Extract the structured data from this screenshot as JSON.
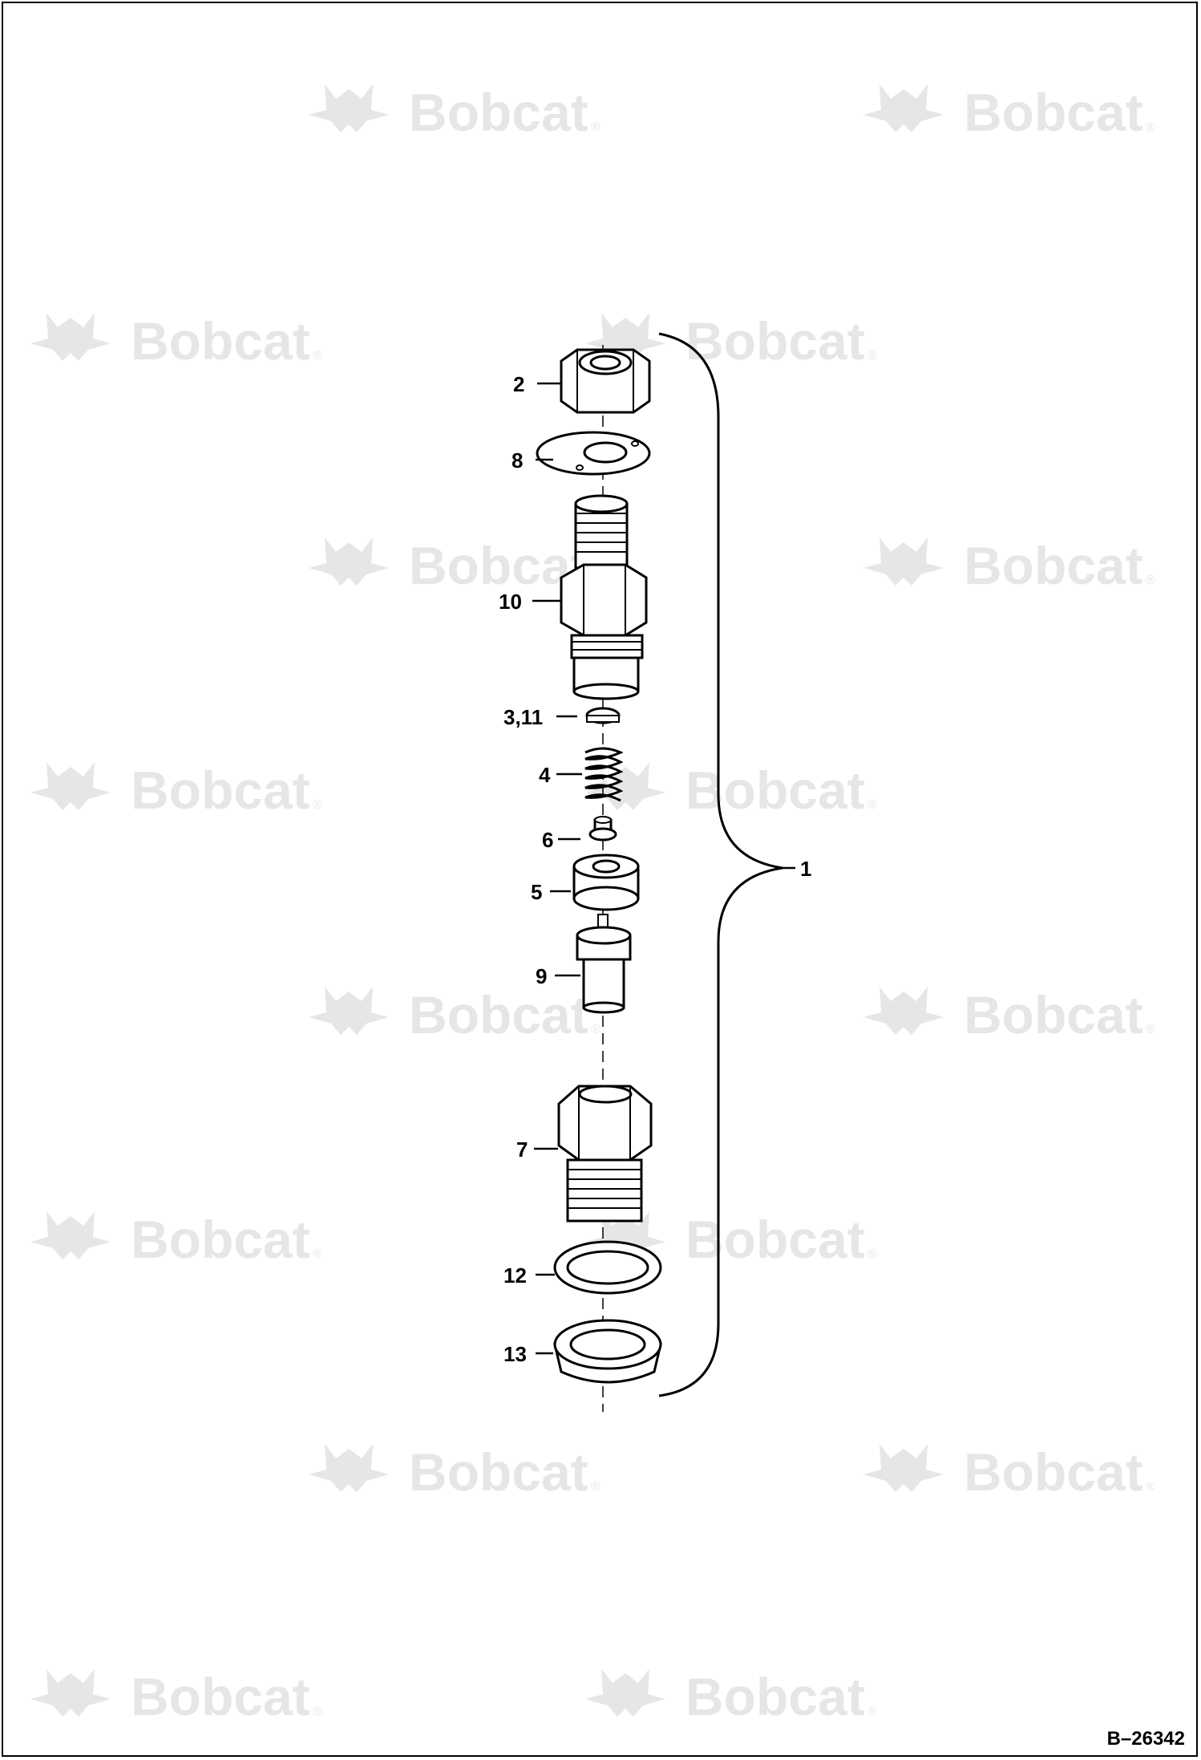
{
  "watermark": {
    "brand": "Bobcat",
    "registered_mark": "®",
    "logo_icon": "bobcat-head-logo-icon"
  },
  "figure_number": "B–26342",
  "assembly": {
    "assembly_callout": "1",
    "parts": [
      {
        "callout": "2"
      },
      {
        "callout": "8"
      },
      {
        "callout": "10"
      },
      {
        "callout": "3,11"
      },
      {
        "callout": "4"
      },
      {
        "callout": "6"
      },
      {
        "callout": "5"
      },
      {
        "callout": "9"
      },
      {
        "callout": "7"
      },
      {
        "callout": "12"
      },
      {
        "callout": "13"
      }
    ]
  }
}
